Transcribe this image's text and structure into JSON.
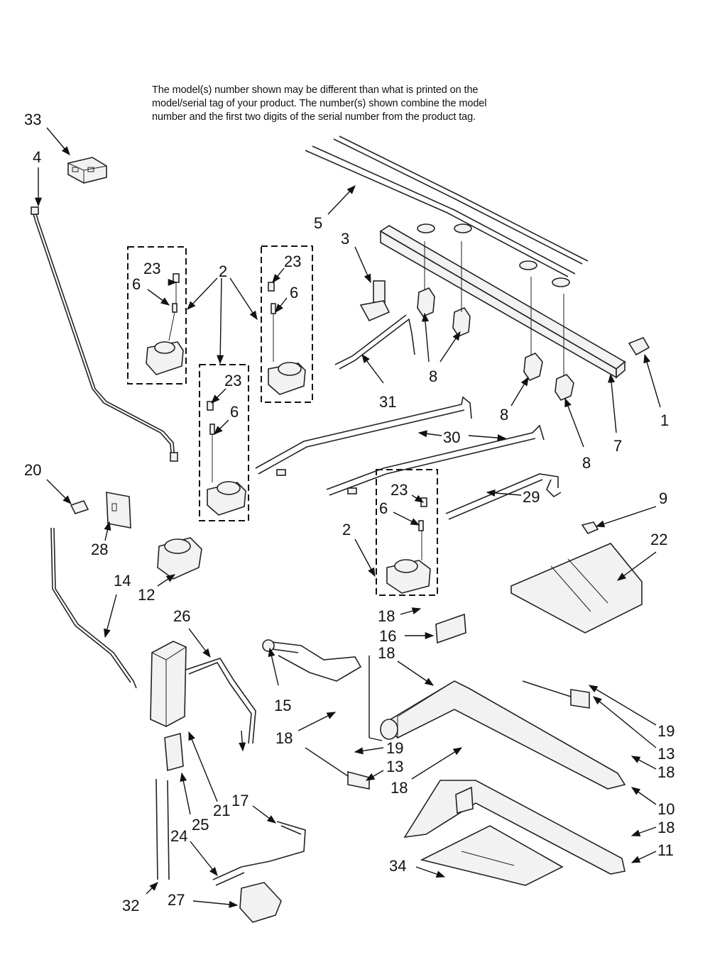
{
  "header_note": [
    "The model(s) number shown may be different than what is printed on the",
    "model/serial tag of your product. The number(s) shown combine the model",
    "number and the first two digits of the serial number from the product tag."
  ],
  "callouts": {
    "c1": "1",
    "c2a": "2",
    "c2b": "2",
    "c3": "3",
    "c4": "4",
    "c5": "5",
    "c6a": "6",
    "c6b": "6",
    "c6c": "6",
    "c6d": "6",
    "c7": "7",
    "c8a": "8",
    "c8b": "8",
    "c8c": "8",
    "c9": "9",
    "c10": "10",
    "c11": "11",
    "c12": "12",
    "c13a": "13",
    "c13b": "13",
    "c14": "14",
    "c15": "15",
    "c16": "16",
    "c17": "17",
    "c18a": "18",
    "c18b": "18",
    "c18c": "18",
    "c18d": "18",
    "c18e": "18",
    "c18f": "18",
    "c19a": "19",
    "c19b": "19",
    "c20": "20",
    "c21": "21",
    "c22": "22",
    "c23a": "23",
    "c23b": "23",
    "c23c": "23",
    "c23d": "23",
    "c24": "24",
    "c25": "25",
    "c26": "26",
    "c27": "27",
    "c28": "28",
    "c29": "29",
    "c30": "30",
    "c31": "31",
    "c32": "32",
    "c33": "33",
    "c34": "34"
  }
}
